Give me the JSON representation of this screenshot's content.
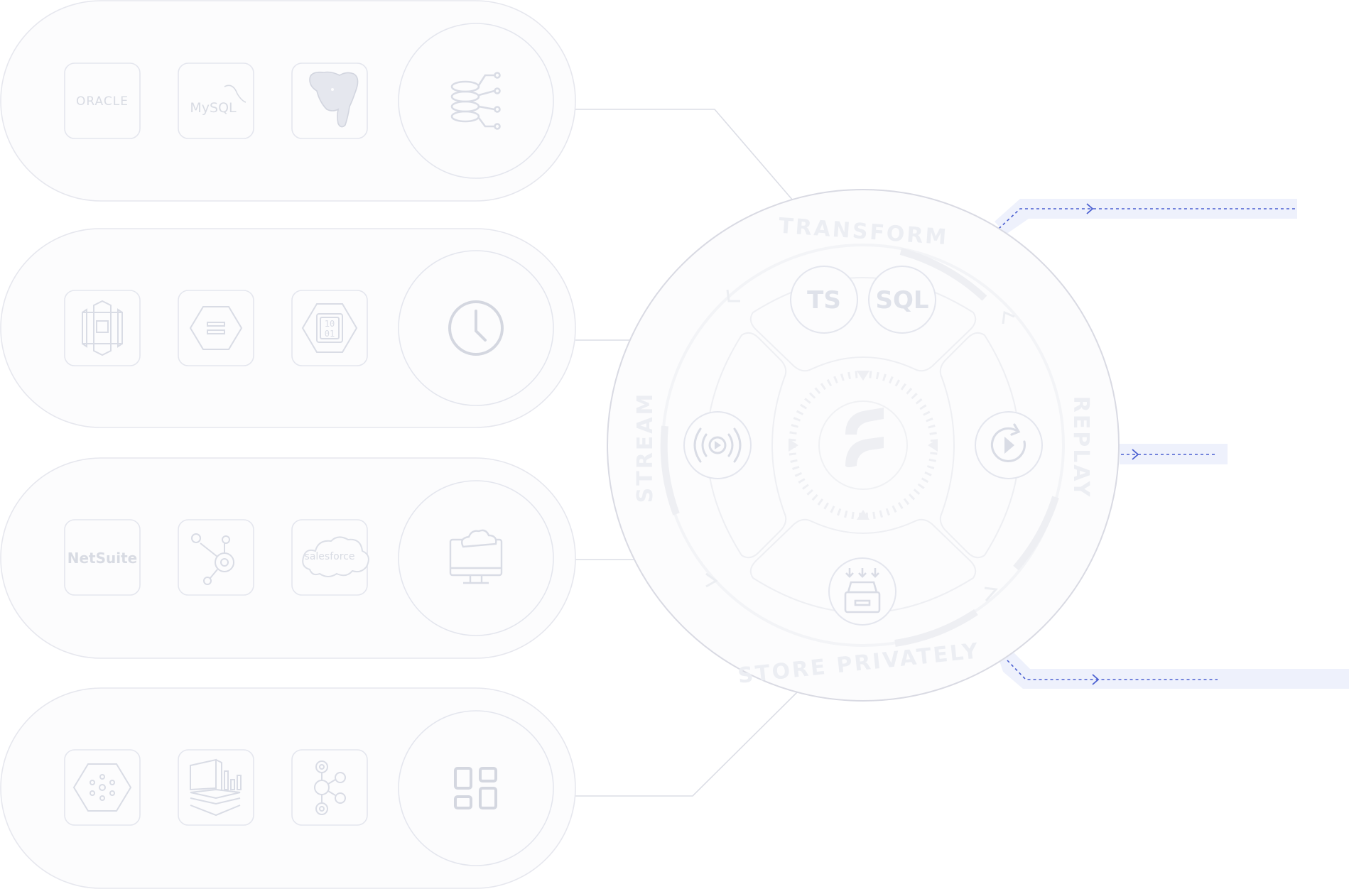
{
  "sources": {
    "row1": {
      "logos": [
        "ORACLE",
        "MySQL",
        "postgres-elephant-icon"
      ],
      "hub_icon": "database-connector-icon"
    },
    "row2": {
      "logos": [
        "aws-s3-bucket-icon",
        "gcp-storage-icon",
        "binary-file-icon"
      ],
      "hub_icon": "clock-icon"
    },
    "row3": {
      "logos": [
        "NetSuite",
        "hubspot-icon",
        "salesforce"
      ],
      "hub_icon": "cloud-monitor-icon"
    },
    "row4": {
      "logos": [
        "pubsub-icon",
        "data-warehouse-icon",
        "kafka-icon"
      ],
      "hub_icon": "apps-grid-icon"
    }
  },
  "hub": {
    "labels": {
      "transform": "TRANSFORM",
      "replay": "REPLAY",
      "store": "STORE PRIVATELY",
      "stream": "STREAM"
    },
    "languages": {
      "ts": "TS",
      "sql": "SQL"
    },
    "center_icon": "estuary-logo-icon",
    "node_icons": [
      "stream-broadcast-icon",
      "replay-icon",
      "archive-box-icon"
    ]
  },
  "colors": {
    "accent": "#4a5fd1",
    "output_band": "#eef1fc",
    "outline": "#e4e6ee",
    "icon": "#d9dce5",
    "faint_text": "#eceef3"
  }
}
